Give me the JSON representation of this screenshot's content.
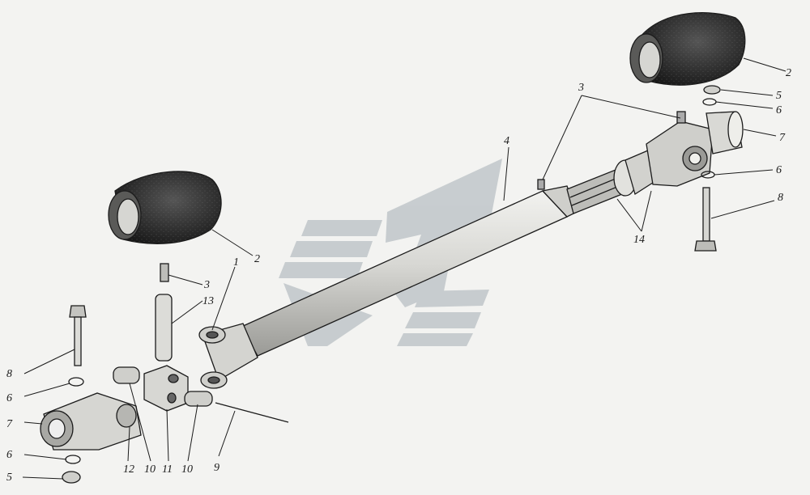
{
  "figure": {
    "description_type": "exploded-parts-drawing",
    "callouts": [
      {
        "id": "c1",
        "text": "1"
      },
      {
        "id": "c2-left",
        "text": "2"
      },
      {
        "id": "c2-right",
        "text": "2"
      },
      {
        "id": "c3-left",
        "text": "3"
      },
      {
        "id": "c3-right",
        "text": "3"
      },
      {
        "id": "c4",
        "text": "4"
      },
      {
        "id": "c5-left",
        "text": "5"
      },
      {
        "id": "c5-right",
        "text": "5"
      },
      {
        "id": "c6-left-top",
        "text": "6"
      },
      {
        "id": "c6-left-bottom",
        "text": "6"
      },
      {
        "id": "c6-right-top",
        "text": "6"
      },
      {
        "id": "c6-right-bottom",
        "text": "6"
      },
      {
        "id": "c7-left",
        "text": "7"
      },
      {
        "id": "c7-right",
        "text": "7"
      },
      {
        "id": "c8-left",
        "text": "8"
      },
      {
        "id": "c8-right",
        "text": "8"
      },
      {
        "id": "c9",
        "text": "9"
      },
      {
        "id": "c10-a",
        "text": "10"
      },
      {
        "id": "c10-b",
        "text": "10"
      },
      {
        "id": "c11",
        "text": "11"
      },
      {
        "id": "c12",
        "text": "12"
      },
      {
        "id": "c13",
        "text": "13"
      },
      {
        "id": "c14",
        "text": "14"
      }
    ]
  },
  "colors": {
    "background": "#f3f3f1",
    "ink": "#1b1b1b",
    "rubber": "#2a2a2a",
    "metal": "#d8d8d4",
    "watermark": "#b9c0c4"
  }
}
